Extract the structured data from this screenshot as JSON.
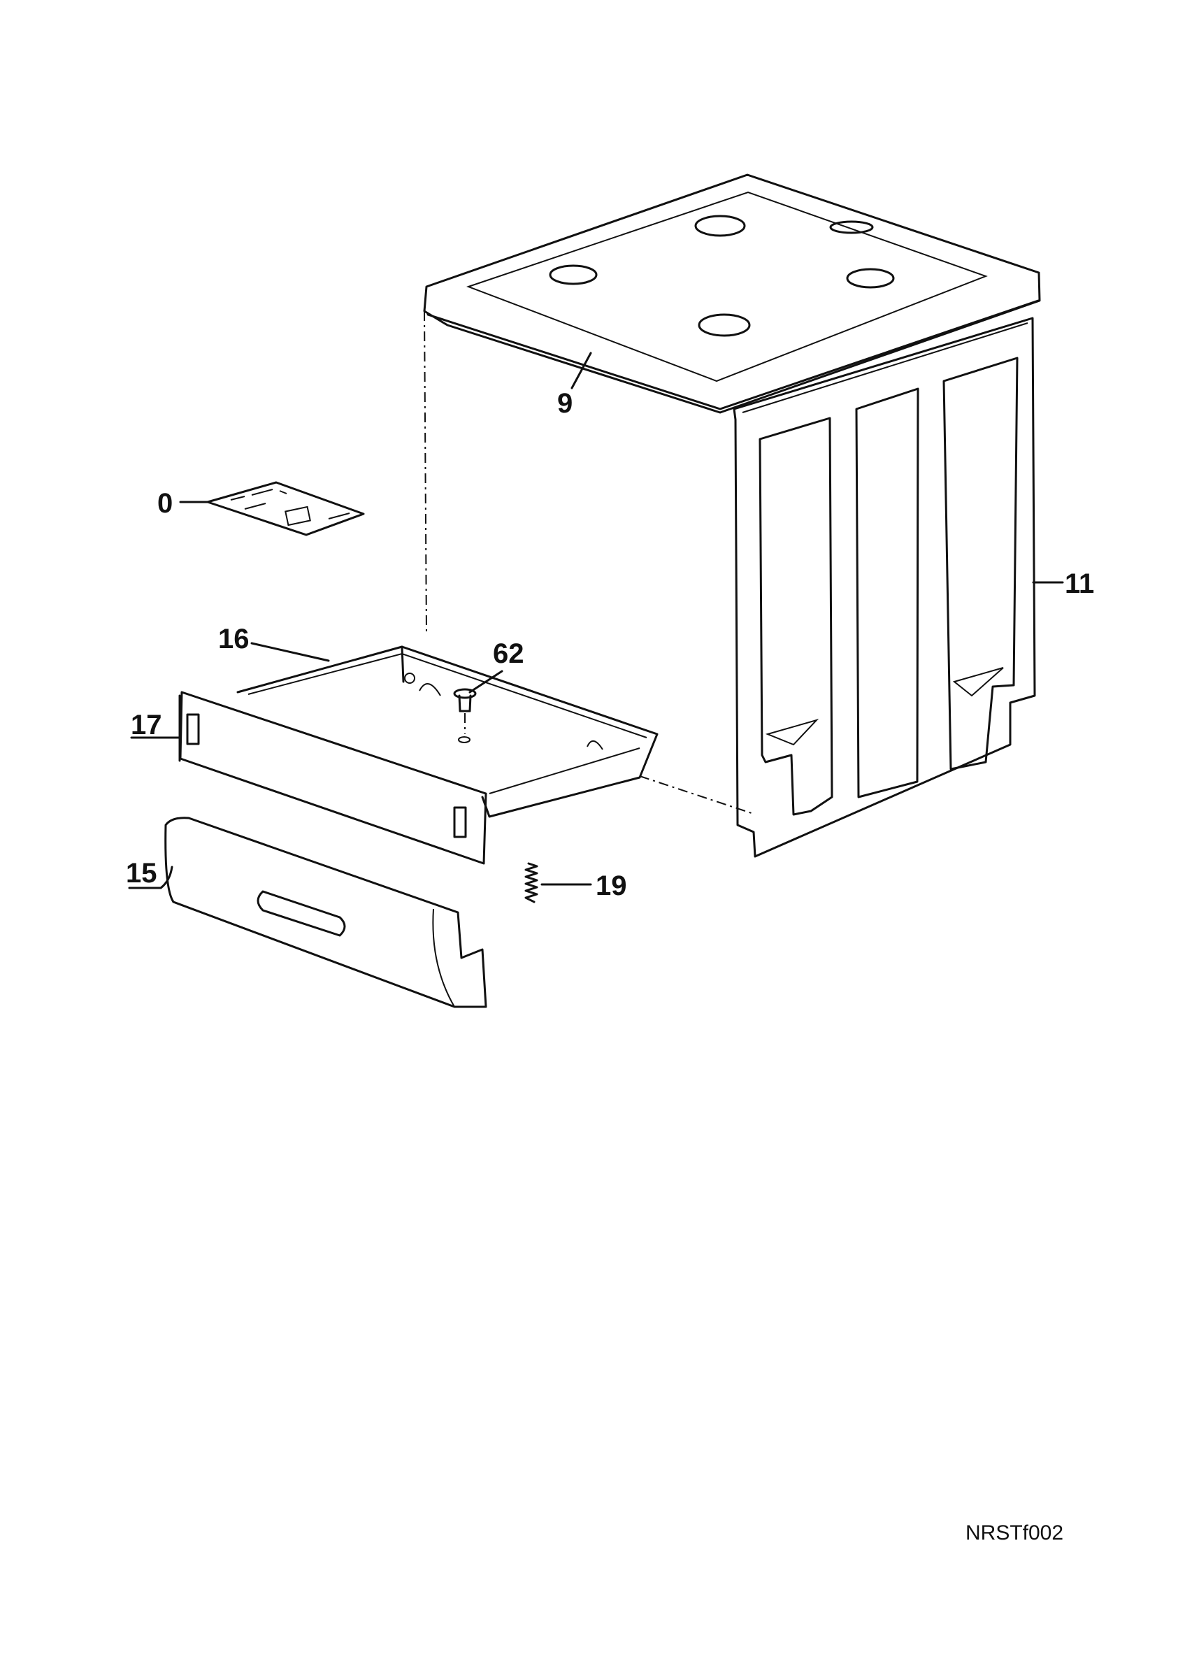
{
  "callouts": {
    "c9": "9",
    "c0": "0",
    "c11": "11",
    "c16": "16",
    "c62": "62",
    "c17": "17",
    "c15": "15",
    "c19": "19"
  },
  "drawing_code": "NRSTf002"
}
